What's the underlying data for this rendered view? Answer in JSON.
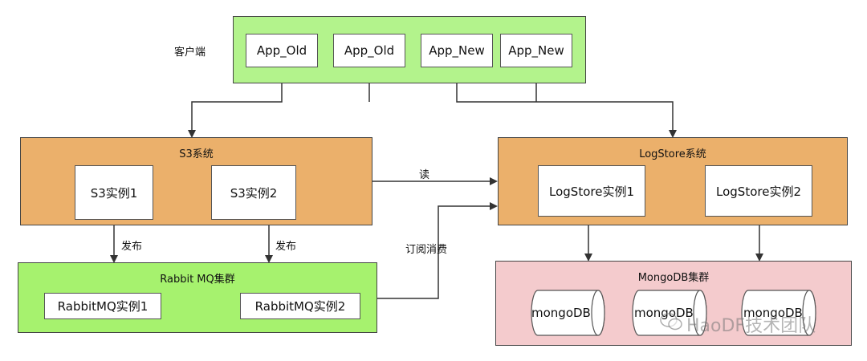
{
  "client": {
    "label": "客户端",
    "apps": [
      "App_Old",
      "App_Old",
      "App_New",
      "App_New"
    ]
  },
  "s3": {
    "title": "S3系统",
    "instances": [
      "S3实例1",
      "S3实例2"
    ]
  },
  "logstore": {
    "title": "LogStore系统",
    "instances": [
      "LogStore实例1",
      "LogStore实例2"
    ]
  },
  "rabbit": {
    "title": "Rabbit MQ集群",
    "instances": [
      "RabbitMQ实例1",
      "RabbitMQ实例2"
    ]
  },
  "mongo": {
    "title": "MongoDB集群",
    "nodes": [
      "mongoDB",
      "mongoDB",
      "mongoDB"
    ]
  },
  "edges": {
    "read": "读",
    "publish_1": "发布",
    "publish_2": "发布",
    "subscribe": "订阅消费"
  },
  "watermark": "HaoDF技术团队",
  "colors": {
    "client_bg": "#b3f38c",
    "system_bg": "#ebb06b",
    "mq_bg": "#a6f26e",
    "db_bg": "#f4cbcd"
  }
}
